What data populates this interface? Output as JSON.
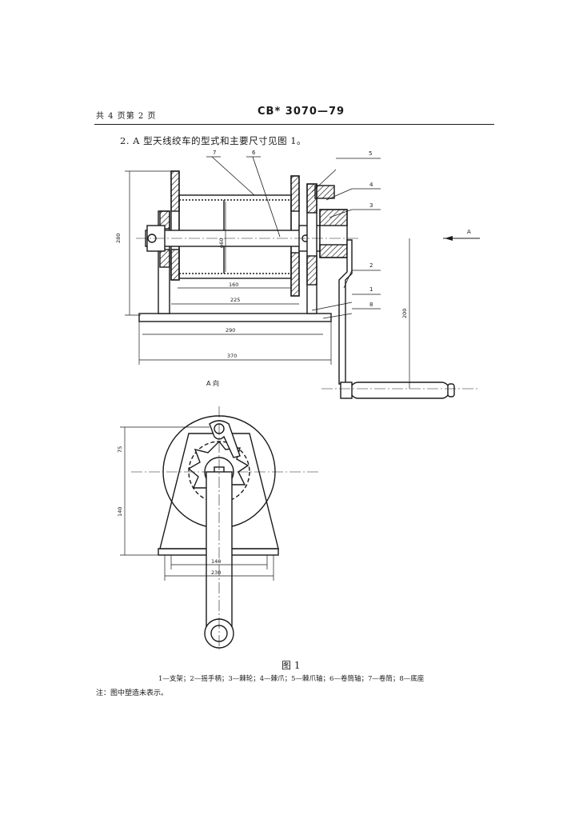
{
  "header": {
    "page_info": "共 4 页第 2 页",
    "standard_no": "CB* 3070—79"
  },
  "intro_text": "2. A 型天线绞车的型式和主要尺寸见图 1。",
  "drawing": {
    "part_labels": [
      "7",
      "6",
      "5",
      "4",
      "3",
      "2",
      "1",
      "8"
    ],
    "section_label": "A",
    "view_label": "A 向",
    "dimensions": {
      "upper_height": "280",
      "drum_dia": "φ60",
      "drum_len": "160",
      "between": "225",
      "base_len": "290",
      "total_len": "370",
      "handle_height": "200",
      "front_upper": "75",
      "front_lower": "140",
      "front_base_inner": "140",
      "front_base_outer": "230"
    }
  },
  "figure_label": "图 1",
  "legend": "1—支架；2—摇手柄；3—棘轮；4—棘爪；5—棘爪轴；6—卷筒轴；7—卷筒；8—底座",
  "note": "注：图中塑造未表示。"
}
